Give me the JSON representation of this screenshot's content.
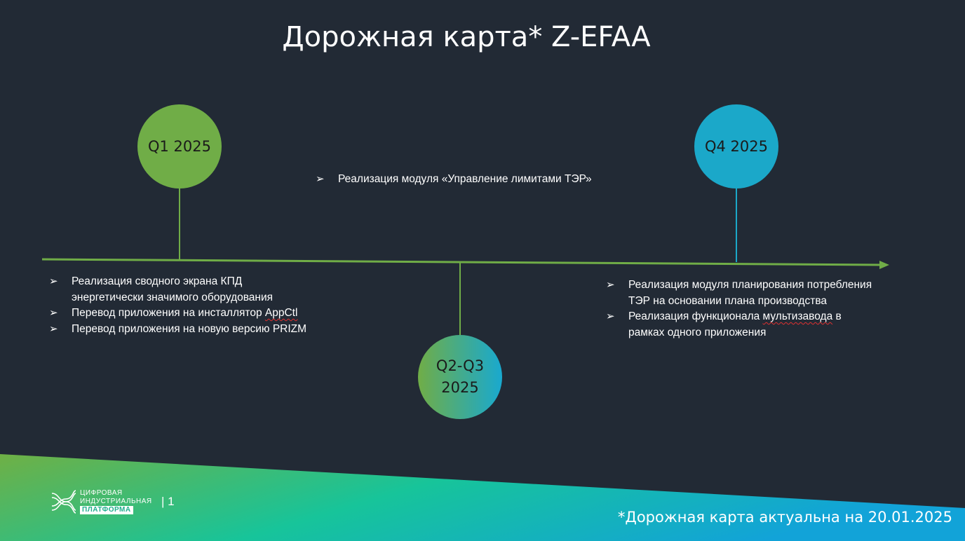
{
  "slide": {
    "title": "Дорожная карта* Z-EFAA",
    "milestones": {
      "q1": "Q1 2025",
      "q23_line1": "Q2-Q3",
      "q23_line2": "2025",
      "q4": "Q4 2025"
    },
    "bullets_q1": [
      {
        "text": "Реализация сводного экрана КПД энергетически значимого оборудования"
      },
      {
        "text_prefix": "Перевод приложения на инсталлятор ",
        "text_marked": "AppCtl"
      },
      {
        "text": "Перевод приложения на новую версию PRIZM"
      }
    ],
    "bullets_q23": [
      {
        "text": "Реализация модуля «Управление лимитами ТЭР»"
      }
    ],
    "bullets_q4": [
      {
        "text": "Реализация модуля планирования потребления ТЭР на основании плана производства"
      },
      {
        "text_prefix": "Реализация функционала ",
        "text_marked": "мультизавода",
        "text_suffix": " в рамках одного приложения"
      }
    ],
    "bullet_icon": "arrow-bullet-icon",
    "footer_note": "*Дорожная карта актуальна на 20.01.2025",
    "logo": {
      "line1": "ЦИФРОВАЯ",
      "line2": "ИНДУСТРИАЛЬНАЯ",
      "line3": "ПЛАТФОРМА"
    },
    "page_number": "| 1",
    "colors": {
      "background": "#222a35",
      "q1": "#70ad47",
      "q4": "#1ba8c9",
      "timeline": "#70ad47"
    }
  }
}
